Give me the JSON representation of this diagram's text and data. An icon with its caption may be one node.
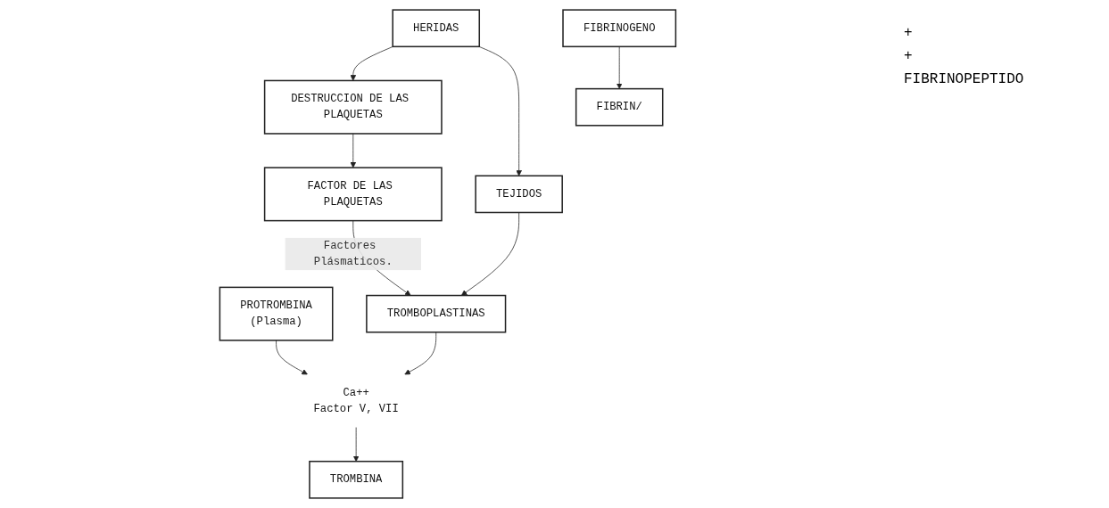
{
  "diagram": {
    "nodes": [
      {
        "text": [
          "PROTROMBINA",
          "(Plasma)"
        ]
      },
      {
        "text": [
          "DESTRUCCION DE LAS PLAQUETAS"
        ]
      },
      {
        "text": [
          "HERIDAS"
        ]
      },
      {
        "text": [
          "FACTOR DE LAS PLAQUETAS"
        ]
      },
      {
        "text": [
          "TEJIDOS"
        ]
      },
      {
        "text": [
          "TROMBOPLASTINAS"
        ]
      },
      {
        "text": [
          "Ca++",
          "Factor V, VII"
        ]
      },
      {
        "text": [
          "TROMBINA"
        ]
      },
      {
        "text": [
          "FIBRINOGENO"
        ]
      },
      {
        "text": [
          "FIBRIN/"
        ]
      }
    ],
    "edges": [
      {
        "from": 2,
        "to": 1,
        "arrow": "to"
      },
      {
        "from": 2,
        "to": 4,
        "arrow": "to"
      },
      {
        "from": 1,
        "to": 3,
        "arrow": "to"
      },
      {
        "from": 3,
        "to": 5,
        "arrow": "to",
        "label": "Factores Plásmaticos."
      },
      {
        "from": 4,
        "to": 5,
        "arrow": "to"
      },
      {
        "from": 0,
        "to": 6,
        "arrow": "to"
      },
      {
        "from": 5,
        "to": 6,
        "arrow": "to"
      },
      {
        "from": 6,
        "to": 7,
        "arrow": "to"
      },
      {
        "from": 8,
        "to": 9,
        "arrow": "to"
      }
    ],
    "labels": [
      "+",
      "+",
      "FIBRINOPEPTIDO"
    ]
  }
}
